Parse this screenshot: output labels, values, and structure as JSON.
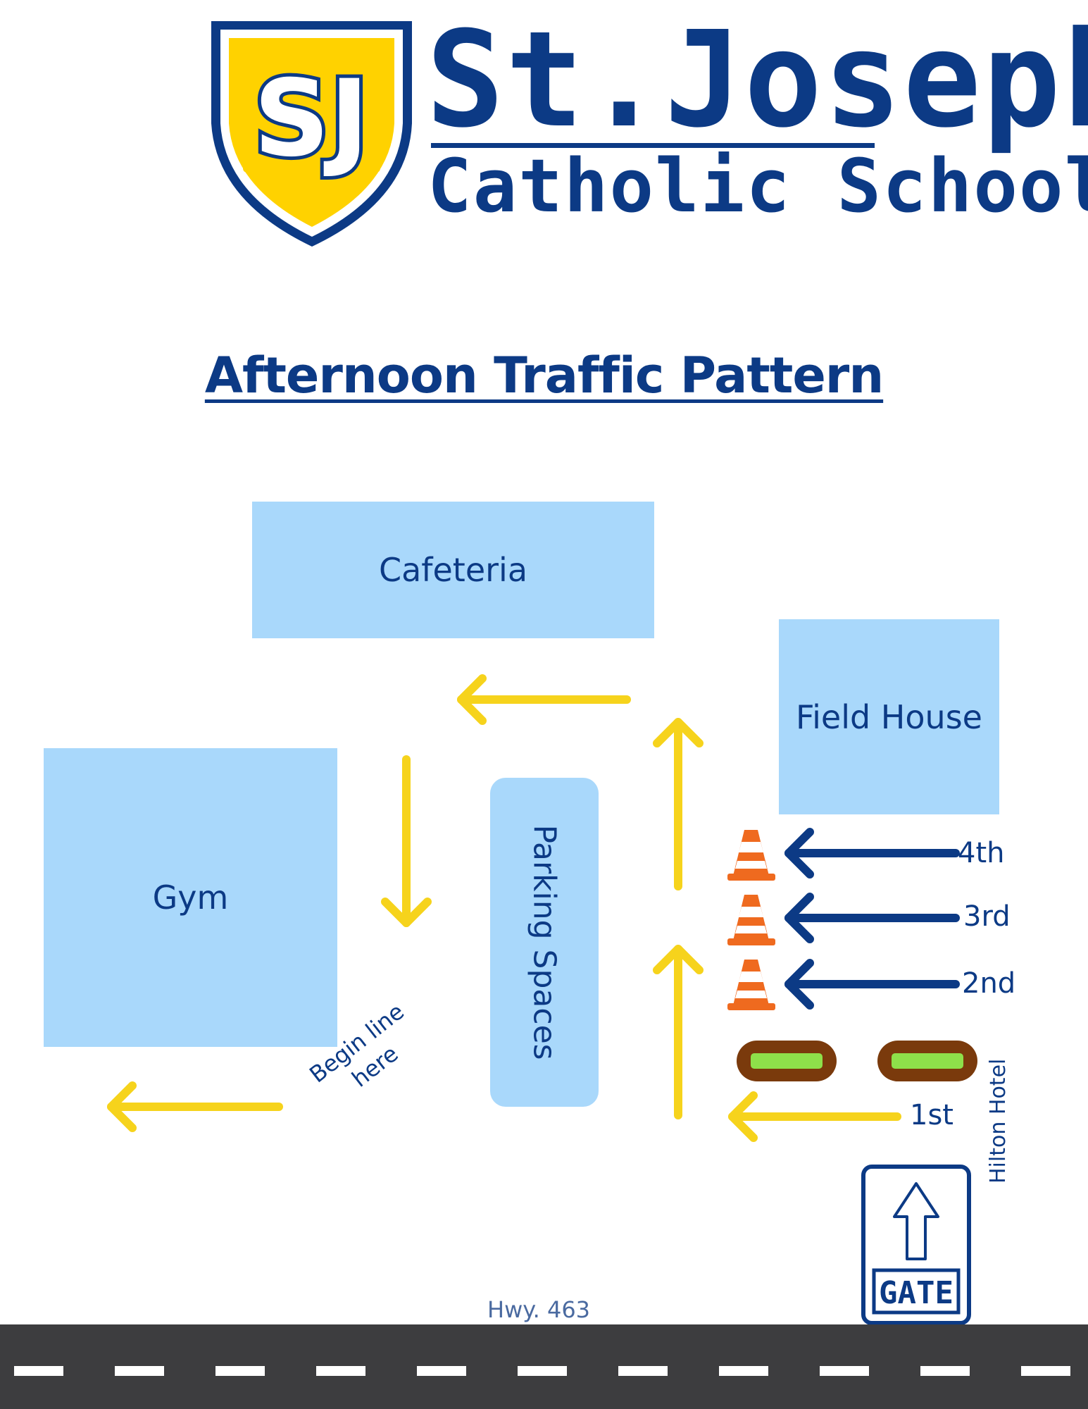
{
  "logo": {
    "monogram": "SJ"
  },
  "school": {
    "name_line1": "St.Joseph",
    "name_line2": "Catholic School"
  },
  "title": "Afternoon Traffic Pattern",
  "buildings": {
    "cafeteria": "Cafeteria",
    "field_house": "Field House",
    "gym": "Gym",
    "parking": "Parking Spaces"
  },
  "labels": {
    "begin_line_1": "Begin line",
    "begin_line_2": "here",
    "lane_4th": "4th",
    "lane_3rd": "3rd",
    "lane_2nd": "2nd",
    "lane_1st": "1st",
    "hilton": "Hilton Hotel",
    "highway": "Hwy. 463",
    "gate": "GATE"
  },
  "colors": {
    "navy": "#0c3a85",
    "building": "#a9d8fb",
    "yellow_arrow": "#f6d31c",
    "navy_arrow": "#0c3a85",
    "cone": "#ef6a1f",
    "barrier_brown": "#7a3a0c",
    "barrier_green": "#8ee04a",
    "road": "#3d3d3f",
    "logo_gold": "#ffd200"
  },
  "icons": [
    "shield-logo-icon",
    "traffic-cone-icon",
    "barrier-icon",
    "gate-sign-icon",
    "up-arrow-icon"
  ]
}
